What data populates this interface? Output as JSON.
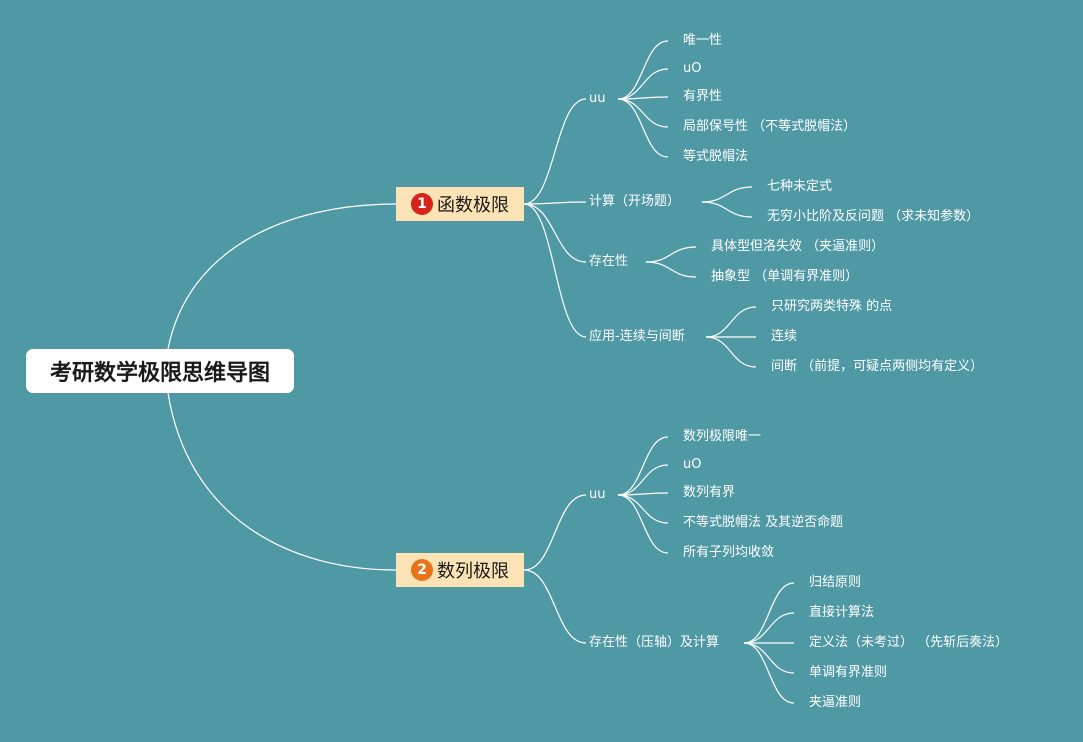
{
  "root": {
    "title": "考研数学极限思维导图"
  },
  "colors": {
    "background": "#4f99a5",
    "branch_fill": "#fbe3b5",
    "badge1": "#d8231a",
    "badge2": "#e8731a"
  },
  "branches": [
    {
      "badge": "1",
      "title": "函数极限",
      "children": [
        {
          "label": "uu",
          "children": [
            "唯一性",
            "uO",
            "有界性",
            "局部保号性 （不等式脱帽法）",
            "等式脱帽法"
          ]
        },
        {
          "label": "计算（开场题）",
          "children": [
            "七种未定式",
            "无穷小比阶及反问题 （求未知参数）"
          ]
        },
        {
          "label": "存在性",
          "children": [
            "具体型但洛失效 （夹逼准则）",
            "抽象型 （单调有界准则）"
          ]
        },
        {
          "label": "应用-连续与间断",
          "children": [
            "只研究两类特殊 的点",
            "连续",
            "间断 （前提，可疑点两侧均有定义）"
          ]
        }
      ]
    },
    {
      "badge": "2",
      "title": "数列极限",
      "children": [
        {
          "label": "uu",
          "children": [
            "数列极限唯一",
            "uO",
            "数列有界",
            "不等式脱帽法 及其逆否命题",
            "所有子列均收敛"
          ]
        },
        {
          "label": "存在性（压轴）及计算",
          "children": [
            "归结原则",
            "直接计算法",
            "定义法（未考过） （先斩后奏法）",
            "单调有界准则",
            "夹逼准则"
          ]
        }
      ]
    }
  ]
}
